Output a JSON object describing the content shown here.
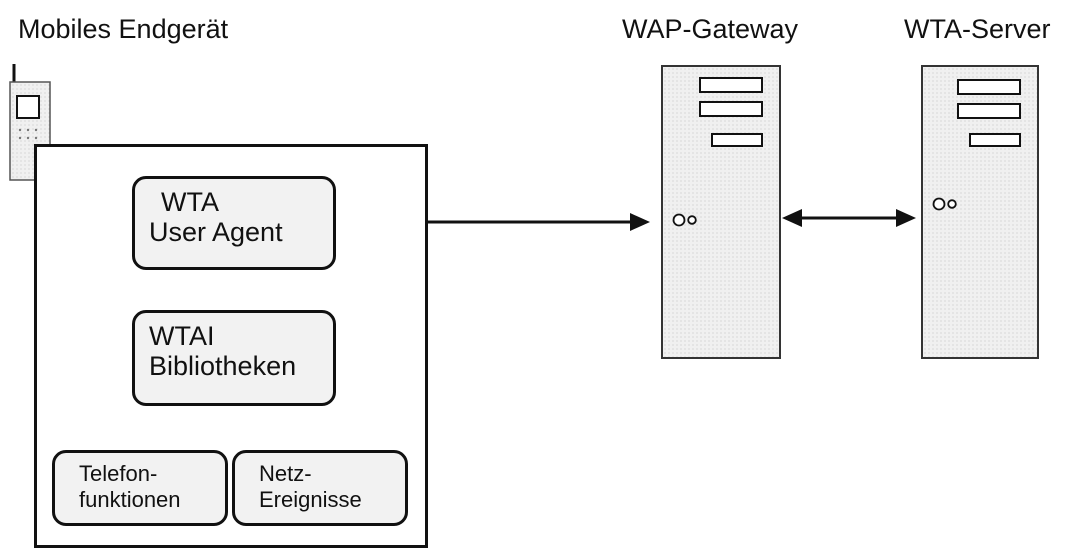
{
  "titles": {
    "device": "Mobiles Endgerät",
    "gateway": "WAP-Gateway",
    "server": "WTA-Server"
  },
  "boxes": {
    "user_agent": [
      "WTA",
      "User Agent"
    ],
    "wtai": [
      "WTAI",
      "Bibliotheken"
    ],
    "telefon": [
      "Telefon-",
      "funktionen"
    ],
    "netz": [
      "Netz-",
      "Ereignisse"
    ]
  }
}
